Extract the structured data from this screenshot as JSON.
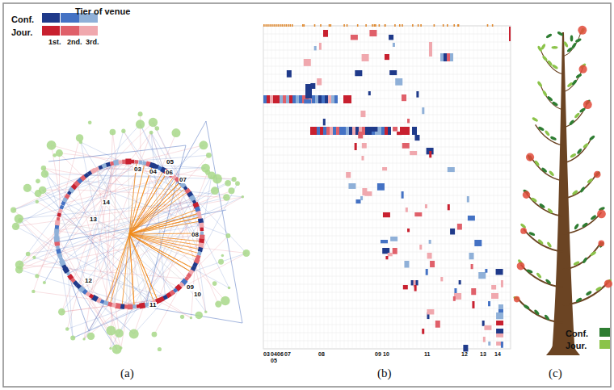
{
  "diagram": {
    "labels": [
      "Tier of venue",
      "1st.",
      "2nd.",
      "3rd.",
      "05",
      "03",
      "04",
      "06",
      "07",
      "08",
      "09",
      "10",
      "11",
      "12",
      "13",
      "14",
      "03",
      "04",
      "06",
      "07",
      "05",
      "08",
      "09",
      "10",
      "11",
      "12",
      "13",
      "14",
      "(a)",
      "(b)",
      "(c)"
    ],
    "legend": [
      {
        "text": "Conf.",
        "color": "#1f3a8a"
      },
      {
        "text": "Jour.",
        "color": "#c8202f"
      },
      {
        "text": "Conf.",
        "color": "#2e7d32"
      },
      {
        "text": "Jour.",
        "color": "#8bc34a"
      }
    ]
  }
}
